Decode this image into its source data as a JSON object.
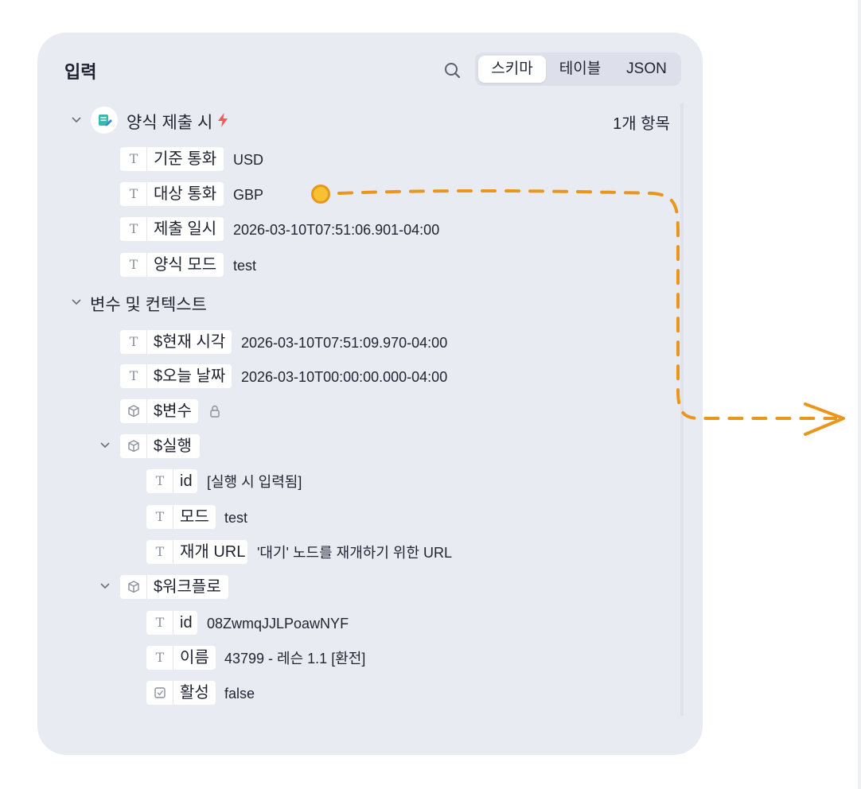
{
  "panel": {
    "title": "입력",
    "tabs": [
      "스키마",
      "테이블",
      "JSON"
    ],
    "active_tab": 0
  },
  "trigger": {
    "label": "양식 제출 시",
    "count": "1개 항목",
    "fields": [
      {
        "label": "기준 통화",
        "value": "USD"
      },
      {
        "label": "대상 통화",
        "value": "GBP"
      },
      {
        "label": "제출 일시",
        "value": "2026-03-10T07:51:06.901-04:00"
      },
      {
        "label": "양식 모드",
        "value": "test"
      }
    ]
  },
  "context": {
    "label": "변수 및 컨텍스트",
    "now": {
      "label": "$현재 시각",
      "value": "2026-03-10T07:51:09.970-04:00"
    },
    "today": {
      "label": "$오늘 날짜",
      "value": "2026-03-10T00:00:00.000-04:00"
    },
    "vars": {
      "label": "$변수"
    },
    "execution": {
      "label": "$실행",
      "fields": [
        {
          "label": "id",
          "value": "[실행 시 입력됨]"
        },
        {
          "label": "모드",
          "value": "test"
        },
        {
          "label": "재개 URL",
          "value": "'대기' 노드를 재개하기 위한 URL"
        }
      ]
    },
    "workflow": {
      "label": "$워크플로",
      "fields": [
        {
          "label": "id",
          "value": "08ZwmqJJLPoawNYF"
        },
        {
          "label": "이름",
          "value": "43799 - 레슨 1.1 [환전]"
        },
        {
          "label": "활성",
          "value": "false"
        }
      ]
    }
  },
  "colors": {
    "panel_bg": "#e9ebf3",
    "accent_orange": "#e8961e",
    "lightning_red": "#ef5a5a",
    "trigger_teal": "#3bb7b0"
  },
  "icons": {
    "search": "search-icon",
    "trigger": "form-trigger-icon",
    "lightning": "lightning-icon",
    "lock": "lock-icon",
    "object": "cube-icon",
    "string": "type-t-icon",
    "boolean": "checkbox-icon"
  }
}
